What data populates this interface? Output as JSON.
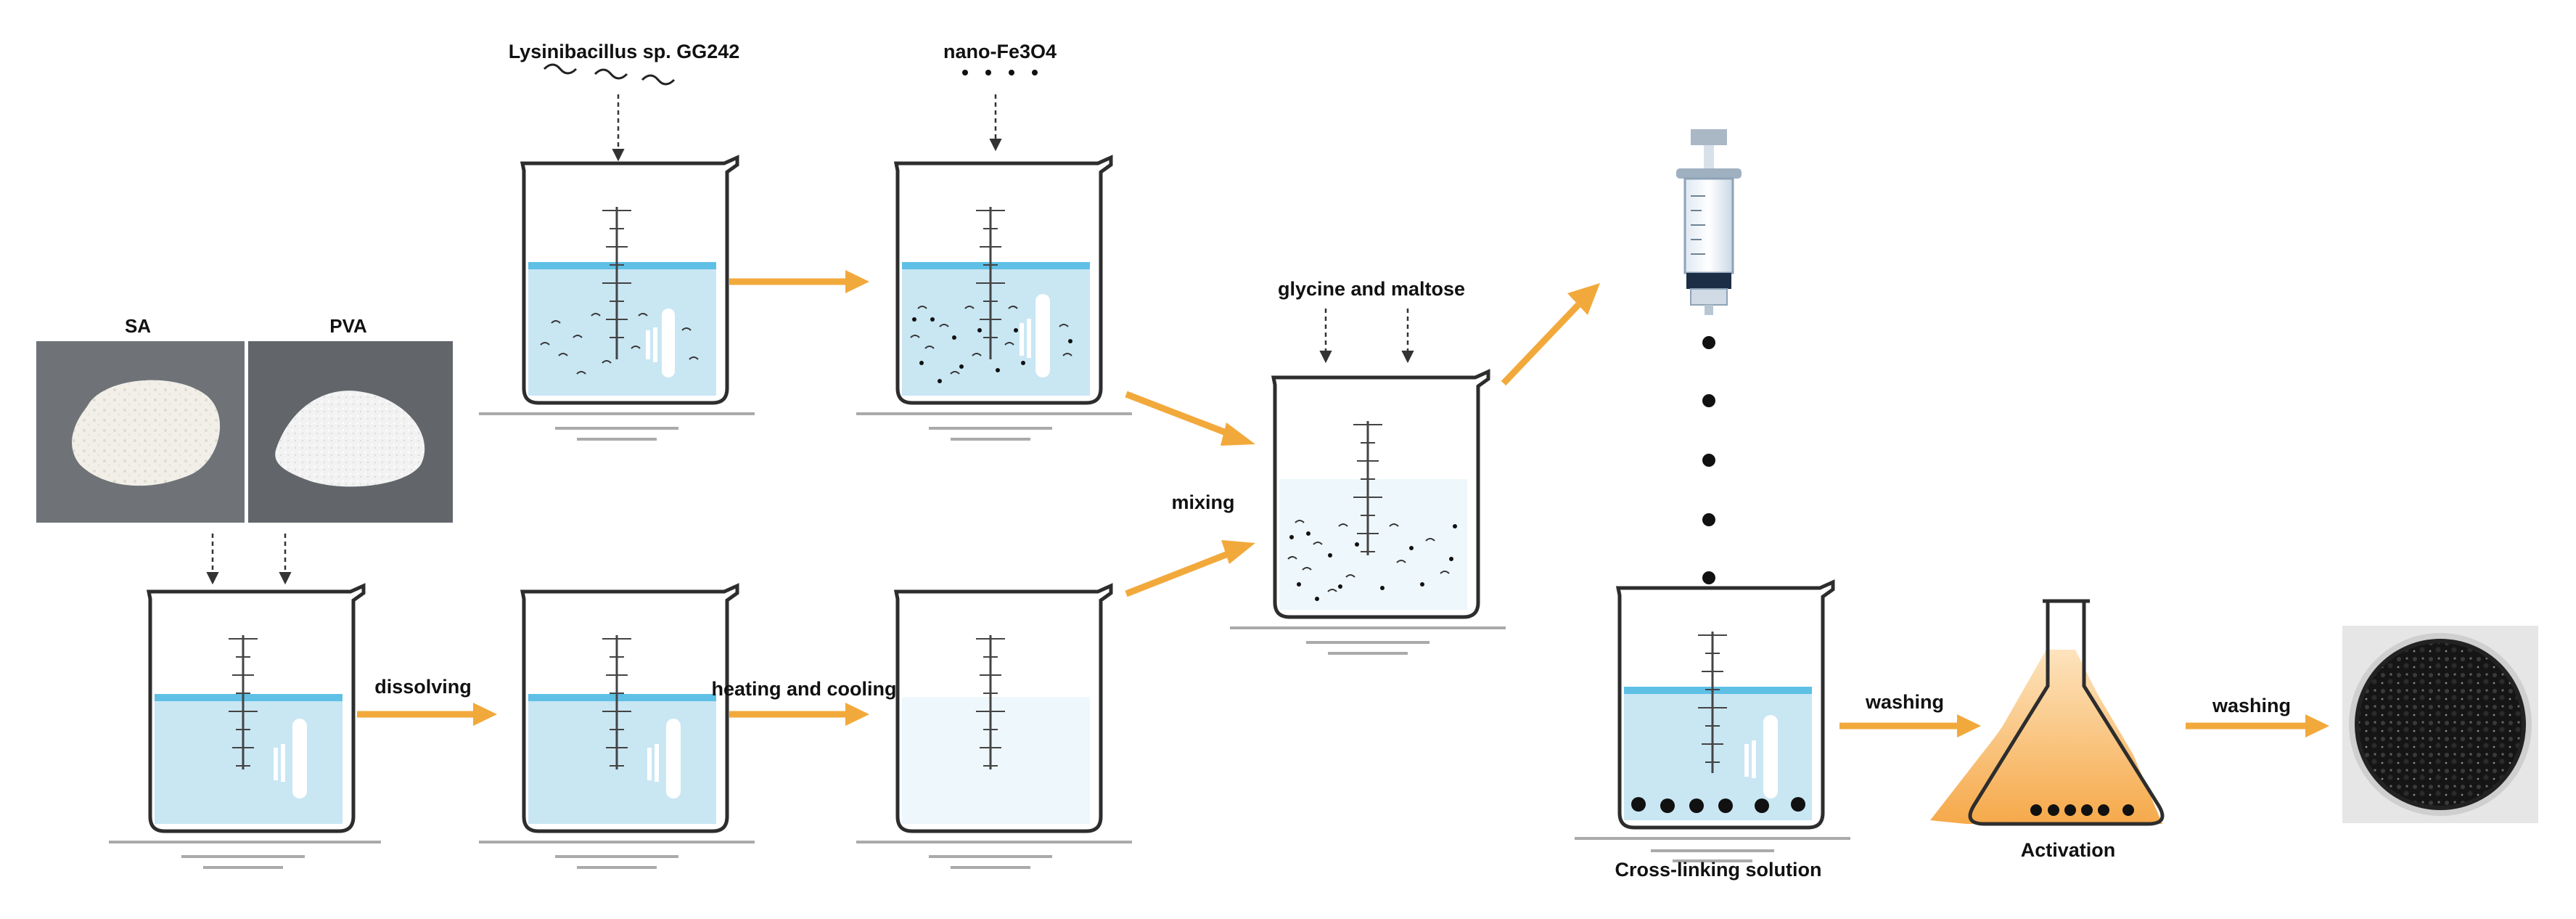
{
  "labels": {
    "bacteria": "Lysinibacillus sp. GG242",
    "nano": "nano-Fe3O4",
    "sa": "SA",
    "pva": "PVA",
    "glycine_maltose": "glycine and maltose",
    "mixing": "mixing",
    "dissolving": "dissolving",
    "heating_cooling": "heating and cooling",
    "washing_1": "washing",
    "washing_2": "washing",
    "cross_linking": "Cross-linking solution",
    "activation": "Activation"
  },
  "colors": {
    "water": "#c9e6f3",
    "water_line": "#5fc0e6",
    "arrow": "#f2a93b",
    "flask_liquid": "#f7b25b",
    "glass": "#2d2d2d"
  }
}
